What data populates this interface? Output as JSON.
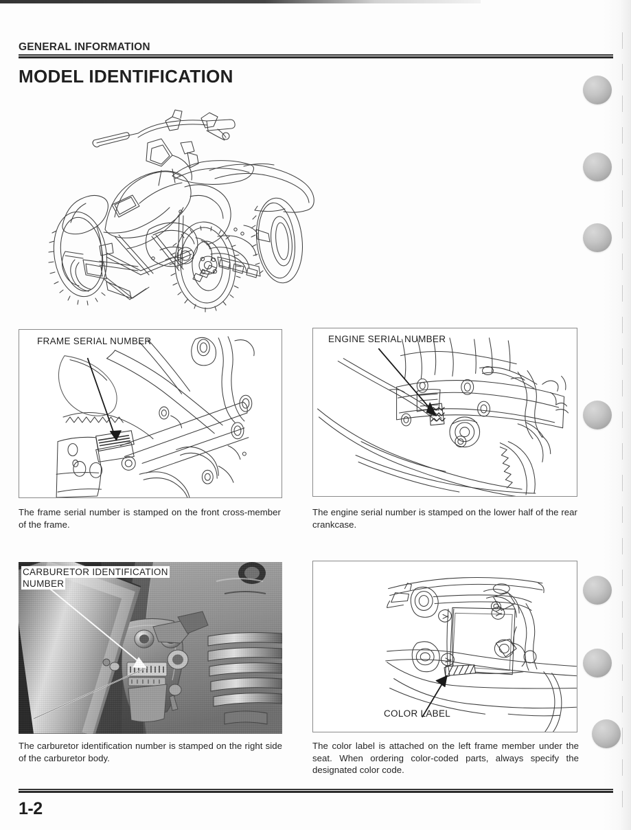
{
  "document": {
    "section_header": "GENERAL INFORMATION",
    "page_title": "MODEL IDENTIFICATION",
    "page_number": "1-2"
  },
  "hero": {
    "name": "atv-line-drawing",
    "description": "Line drawing of a sport ATV, three-quarter front-left view"
  },
  "figures": [
    {
      "id": "frame-serial-number",
      "type": "line-drawing",
      "label": "FRAME SERIAL NUMBER",
      "caption": "The frame serial number is stamped on the front cross-member of the frame."
    },
    {
      "id": "engine-serial-number",
      "type": "line-drawing",
      "label": "ENGINE SERIAL NUMBER",
      "caption": "The engine serial number is stamped on the lower half of the rear crankcase."
    },
    {
      "id": "carburetor-identification-number",
      "type": "photograph",
      "label_line1": "CARBURETOR IDENTIFICATION",
      "label_line2": "NUMBER",
      "caption": "The carburetor identification number is stamped on the right side of the carburetor body."
    },
    {
      "id": "color-label",
      "type": "line-drawing",
      "label": "COLOR LABEL",
      "caption": "The color label is attached on the left frame member under the seat. When ordering color-coded parts, always specify the designated color code."
    }
  ],
  "scan_artifacts": {
    "binder_hole_shadows_y": [
      110,
      222,
      325,
      583,
      838,
      944,
      1047
    ],
    "hole_color": "#b1b1b1",
    "top_bar_color": "#2a2a2a"
  },
  "colors": {
    "rule": "#2a2a2a",
    "text": "#1f1f1f",
    "panel_border": "#8a8a8a",
    "line_art": "#3a3a3a"
  }
}
